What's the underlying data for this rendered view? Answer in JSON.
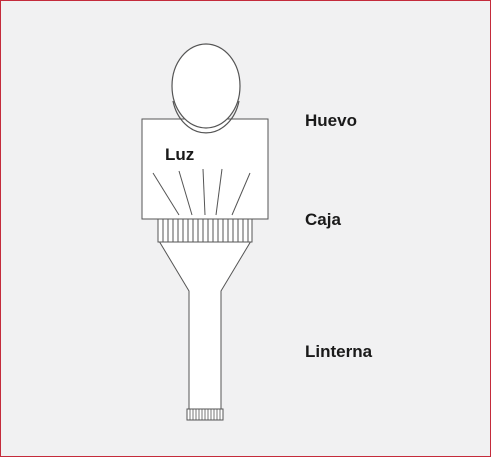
{
  "labels": {
    "luz": "Luz",
    "huevo": "Huevo",
    "caja": "Caja",
    "linterna": "Linterna"
  },
  "colors": {
    "border": "#c42b3b",
    "background": "#f1f1f2",
    "stroke": "#555555",
    "fill": "#ffffff"
  }
}
